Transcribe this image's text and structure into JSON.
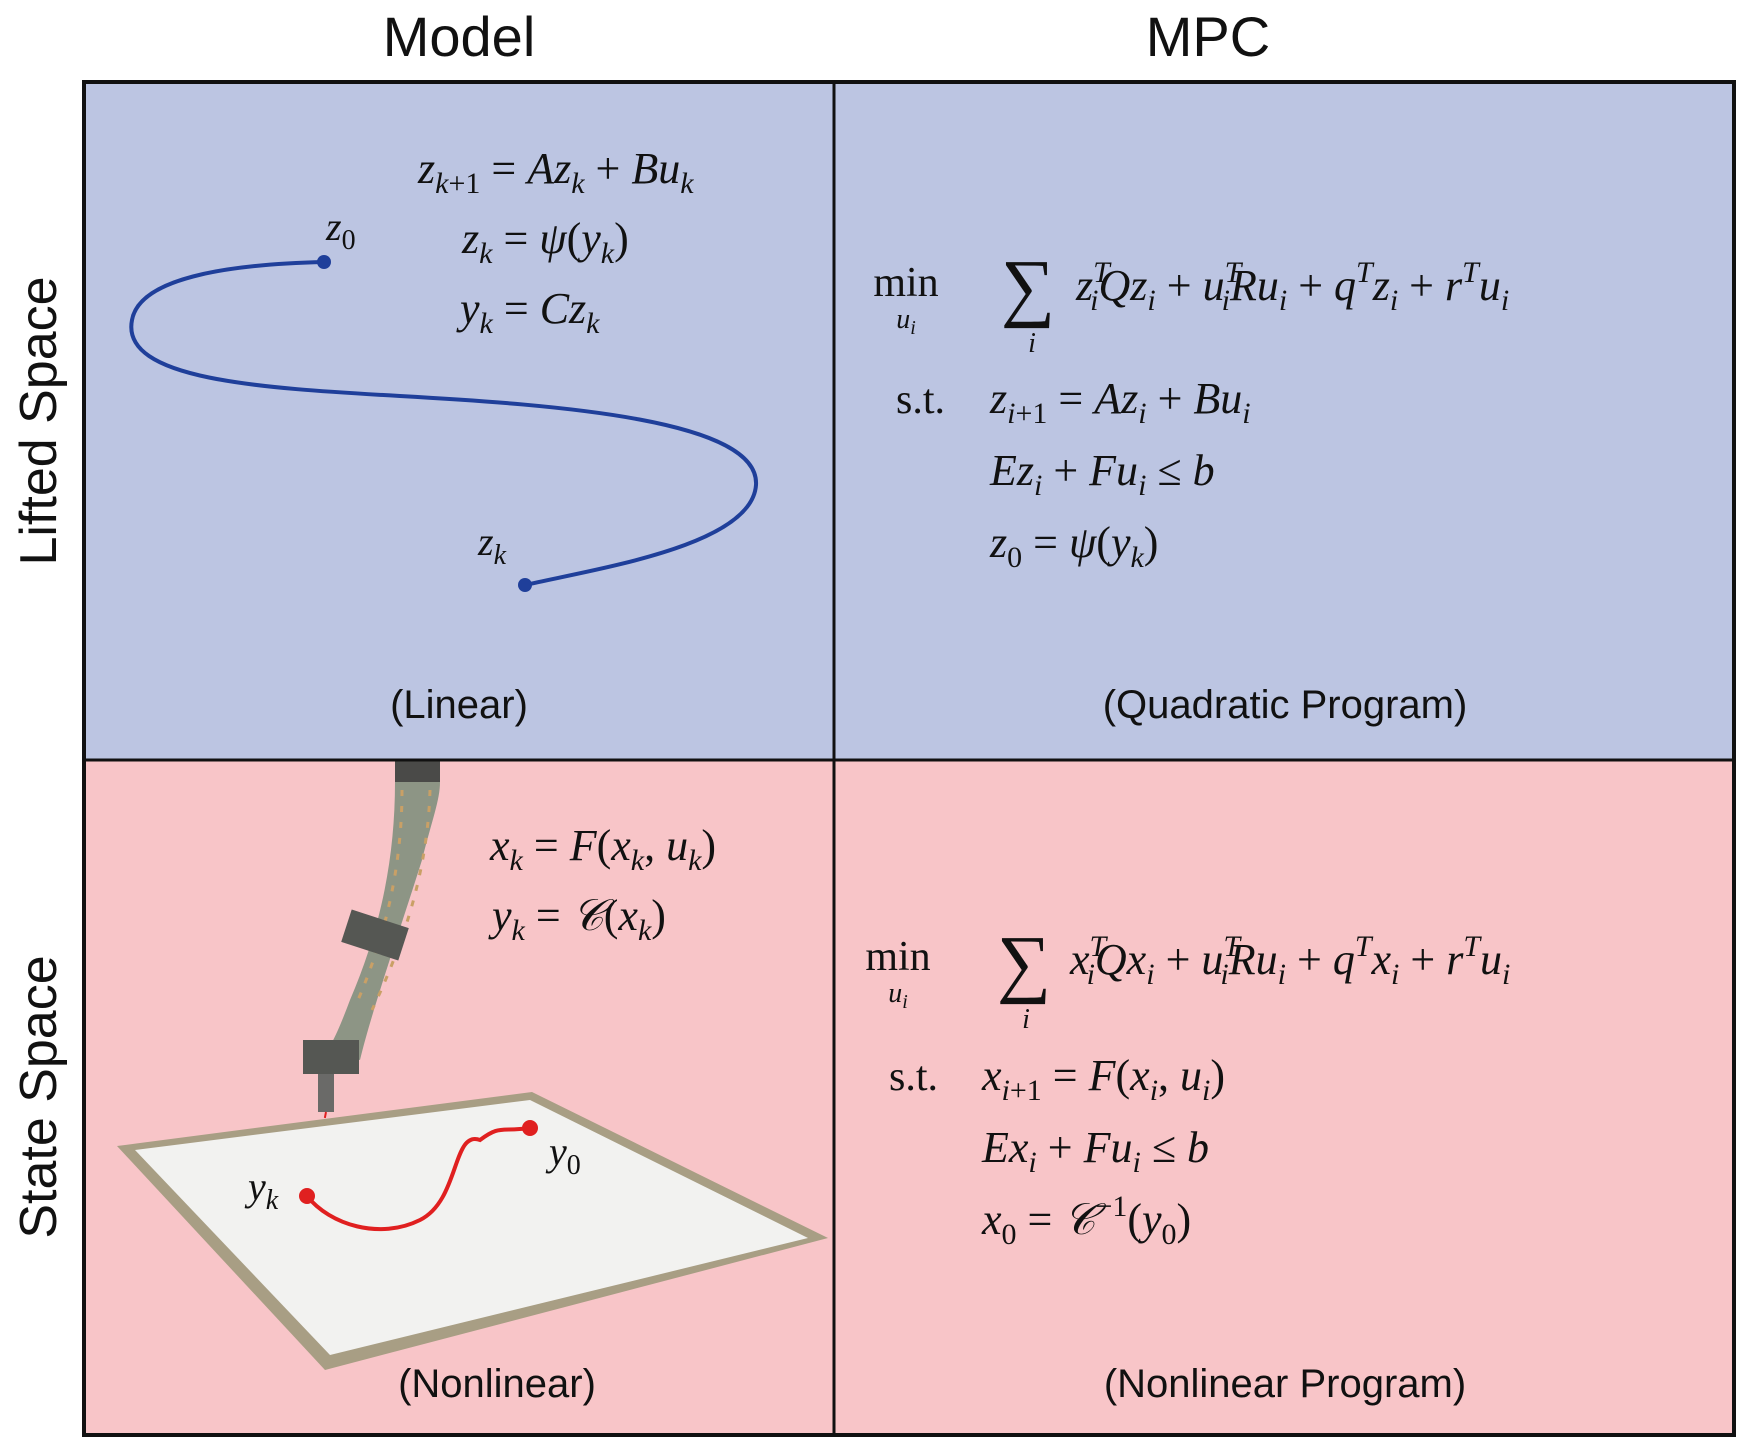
{
  "headers": {
    "columns": [
      "Model",
      "MPC"
    ],
    "rows": [
      "Lifted Space",
      "State Space"
    ]
  },
  "captions": {
    "lifted_model": "(Linear)",
    "lifted_mpc": "(Quadratic Program)",
    "state_model": "(Nonlinear)",
    "state_mpc": "(Nonlinear Program)"
  },
  "lifted_model_equations": [
    "z_{k+1} = A z_k + B u_k",
    "z_k = ψ(y_k)",
    "y_k = C z_k"
  ],
  "lifted_mpc": {
    "min_label": "min",
    "min_sub": "u_i",
    "objective": "Σ_i z_i^T Q z_i + u_i^T R u_i + q^T z_i + r^T u_i",
    "st_label": "s.t.",
    "constraints": [
      "z_{i+1} = A z_i + B u_i",
      "E z_i + F u_i ≤ b",
      "z_0 = ψ(y_k)"
    ]
  },
  "state_model_equations": [
    "x_k = F(x_k, u_k)",
    "y_k = C(x_k)"
  ],
  "state_mpc": {
    "min_label": "min",
    "min_sub": "u_i",
    "objective": "Σ_i x_i^T Q x_i + u_i^T R u_i + q^T x_i + r^T u_i",
    "st_label": "s.t.",
    "constraints": [
      "x_{i+1} = F(x_i, u_i)",
      "E x_i + F u_i ≤ b",
      "x_0 = C^{-1}(y_0)"
    ]
  },
  "point_labels": {
    "lifted_start": "z_0",
    "lifted_end": "z_k",
    "state_end": "y_k",
    "state_start": "y_0"
  },
  "colors": {
    "lifted_bg": "#bcc5e2",
    "state_bg": "#f8c5c8",
    "lifted_curve": "#1f3f9a",
    "state_curve": "#e02020",
    "grid": "#111111"
  }
}
